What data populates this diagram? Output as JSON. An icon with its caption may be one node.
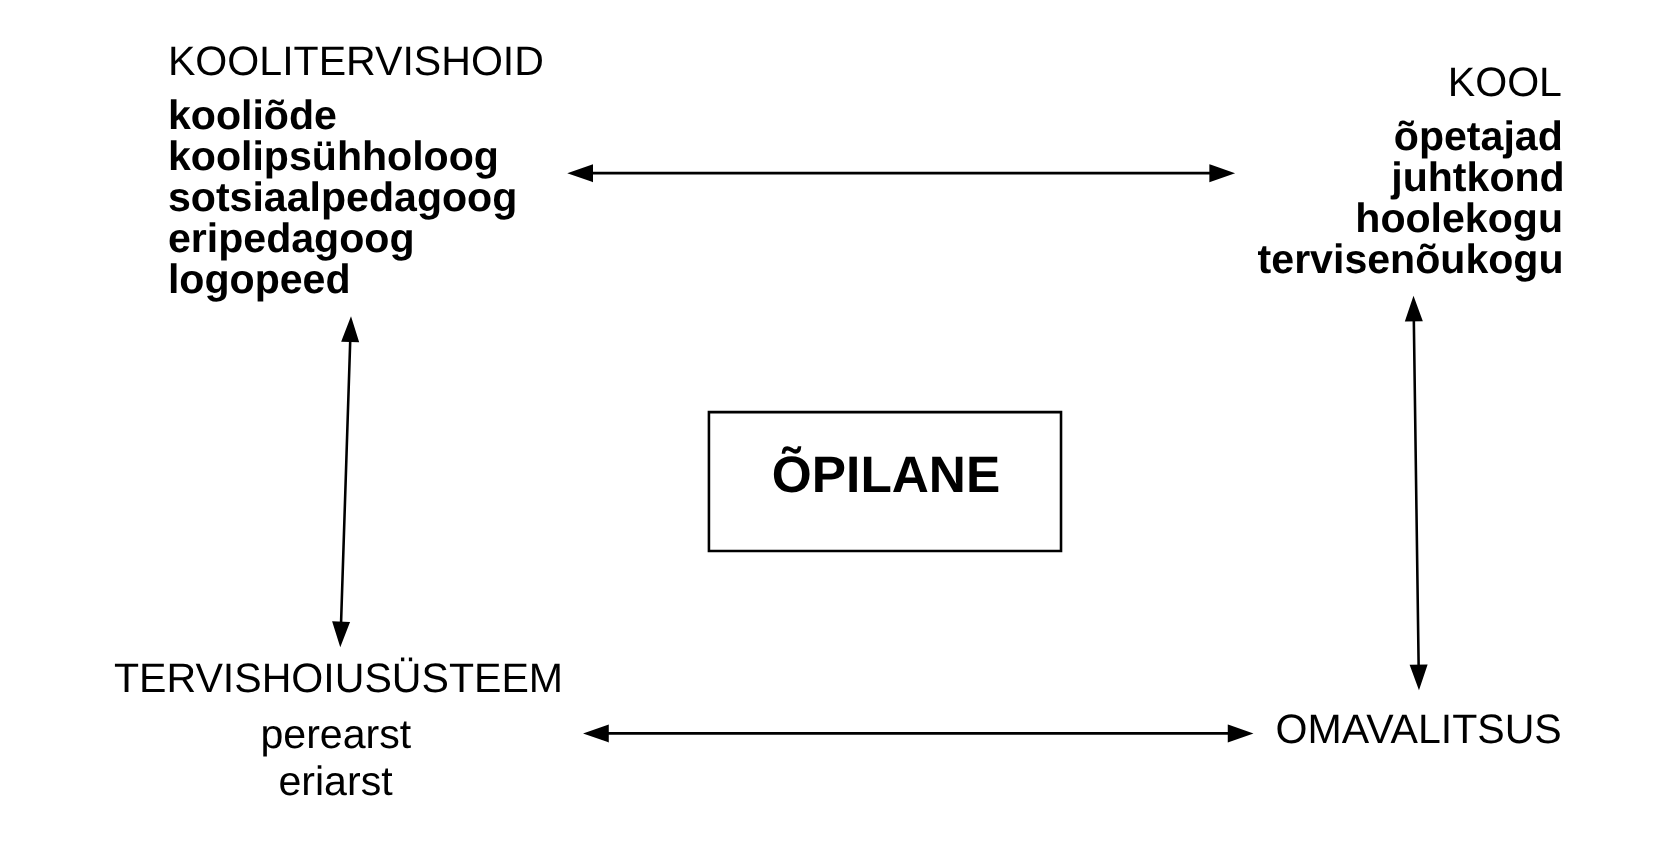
{
  "diagram": {
    "nodes": [
      {
        "text": [
          "KOOLITERVISHOID"
        ],
        "beside": [
          "kooliõde",
          "koolipsühholoog",
          "sotsiaalpedagoog",
          "eripedagoog",
          "logopeed"
        ]
      },
      {
        "text": [
          "KOOL"
        ],
        "beside": [
          "õpetajad",
          "juhtkond",
          "hoolekogu",
          "tervisenõukogu"
        ]
      },
      {
        "text": [
          "ÕPILANE"
        ]
      },
      {
        "text": [
          "TERVISHOIUSÜSTEEM"
        ],
        "beside": [
          "perearst",
          "eriarst"
        ]
      },
      {
        "text": [
          "OMAVALITSUS"
        ]
      }
    ],
    "edges": [
      {
        "from": 0,
        "to": 1,
        "arrow": "both"
      },
      {
        "from": 0,
        "to": 3,
        "arrow": "both"
      },
      {
        "from": 1,
        "to": 4,
        "arrow": "both"
      },
      {
        "from": 3,
        "to": 4,
        "arrow": "both"
      }
    ]
  }
}
